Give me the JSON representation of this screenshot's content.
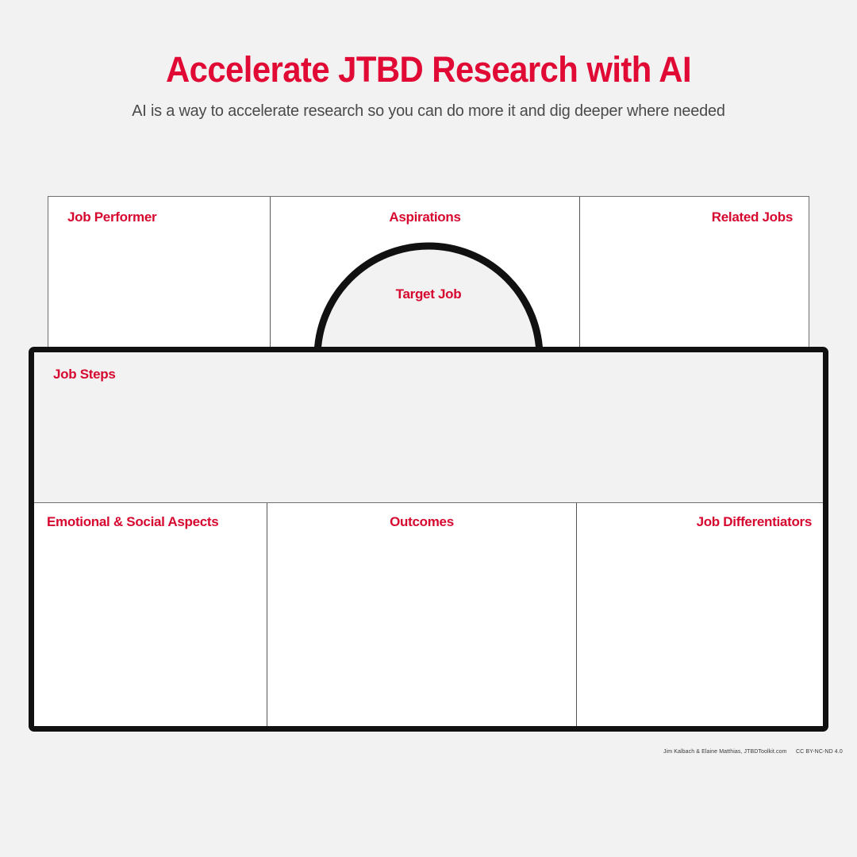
{
  "header": {
    "title": "Accelerate JTBD Research with AI",
    "subtitle": "AI is a way to accelerate research so you can do more it and dig deeper where needed"
  },
  "colors": {
    "accent_red": "#d7082f",
    "title_red": "#e00a35",
    "page_background": "#f2f2f2",
    "cell_background": "#ffffff",
    "outline_black": "#111111",
    "thin_border_gray": "#6f6f6f",
    "subtitle_gray": "#4a4a4a"
  },
  "canvas": {
    "top_row": [
      {
        "key": "job-performer",
        "label": "Job Performer",
        "align": "left"
      },
      {
        "key": "aspirations",
        "label": "Aspirations",
        "align": "center"
      },
      {
        "key": "related-jobs",
        "label": "Related Jobs",
        "align": "right"
      }
    ],
    "dome": {
      "key": "target-job",
      "label": "Target Job"
    },
    "job_steps": {
      "key": "job-steps",
      "label": "Job Steps",
      "align": "left"
    },
    "bottom_row": [
      {
        "key": "emotional-social-aspects",
        "label": "Emotional & Social Aspects",
        "align": "left"
      },
      {
        "key": "outcomes",
        "label": "Outcomes",
        "align": "center"
      },
      {
        "key": "job-differentiators",
        "label": "Job Differentiators",
        "align": "right"
      }
    ]
  },
  "footer": {
    "authors": "Jim Kalbach & Elaine Matthias, JTBDToolkit.com",
    "license": "CC BY-NC-ND 4.0"
  }
}
